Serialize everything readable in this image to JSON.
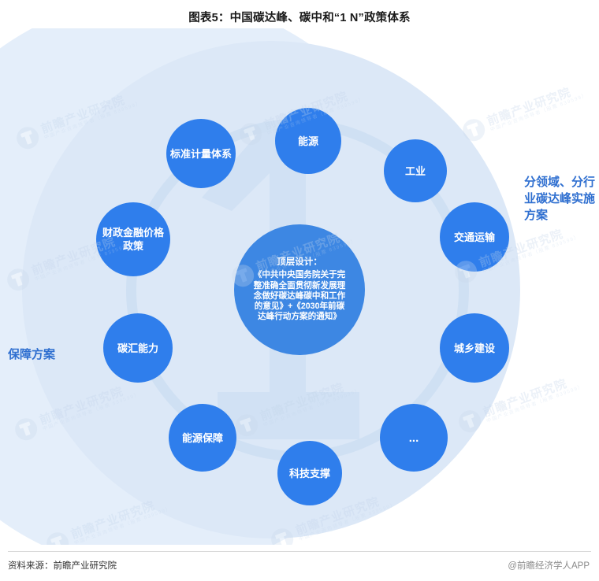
{
  "title": "图表5：中国碳达峰、碳中和“1 N”政策体系",
  "center": {
    "heading": "顶层设计：",
    "body": "《中共中央国务院关于完整准确全面贯彻新发展理念做好碳达峰碳中和工作的意见》+《2030年前碳达峰行动方案的通知》"
  },
  "captions": {
    "right": "分领域、分行业碳达峰实施方案",
    "left": "保障方案"
  },
  "nodes": [
    {
      "id": "energy",
      "label": "能源"
    },
    {
      "id": "industry",
      "label": "工业"
    },
    {
      "id": "transport",
      "label": "交通运输"
    },
    {
      "id": "urban-rural",
      "label": "城乡建设"
    },
    {
      "id": "more",
      "label": "..."
    },
    {
      "id": "tech-support",
      "label": "科技支撑"
    },
    {
      "id": "energy-security",
      "label": "能源保障"
    },
    {
      "id": "carbon-sink",
      "label": "碳汇能力"
    },
    {
      "id": "fiscal-policy",
      "label": "财政金融价格政策"
    },
    {
      "id": "standards",
      "label": "标准计量体系"
    }
  ],
  "watermark": {
    "main": "前瞻产业研究院",
    "sub": "中国产业咨询领导者（股票 839599）"
  },
  "footer": {
    "source": "资料来源：前瞻产业研究院",
    "app": "@前瞻经济学人APP"
  },
  "colors": {
    "node": "#2f7eec",
    "center": "#3d87e3",
    "ring": "#cfe0f3",
    "bg_outer": "#e4eefa",
    "bg_inner": "#dce8f7",
    "caption": "#2f6fd0"
  }
}
